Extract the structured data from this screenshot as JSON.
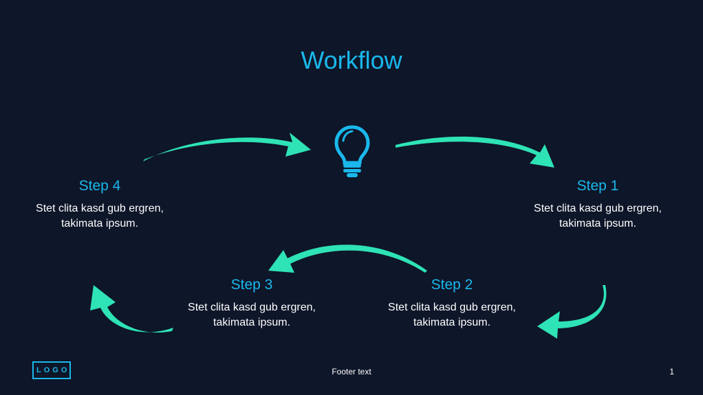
{
  "colors": {
    "background": "#0e1629",
    "accent": "#1ab8ec",
    "arrow": "#2ee3b6",
    "text": "#ffffff"
  },
  "slide": {
    "title": "Workflow",
    "center_icon": "lightbulb-icon"
  },
  "steps": [
    {
      "title": "Step 1",
      "description": "Stet clita kasd gub ergren, takimata ipsum."
    },
    {
      "title": "Step 2",
      "description": "Stet clita kasd gub ergren, takimata ipsum."
    },
    {
      "title": "Step 3",
      "description": "Stet clita kasd gub ergren, takimata ipsum."
    },
    {
      "title": "Step 4",
      "description": "Stet clita kasd gub ergren, takimata ipsum."
    }
  ],
  "footer": {
    "logo": "LOGO",
    "text": "Footer text",
    "page_number": "1"
  }
}
